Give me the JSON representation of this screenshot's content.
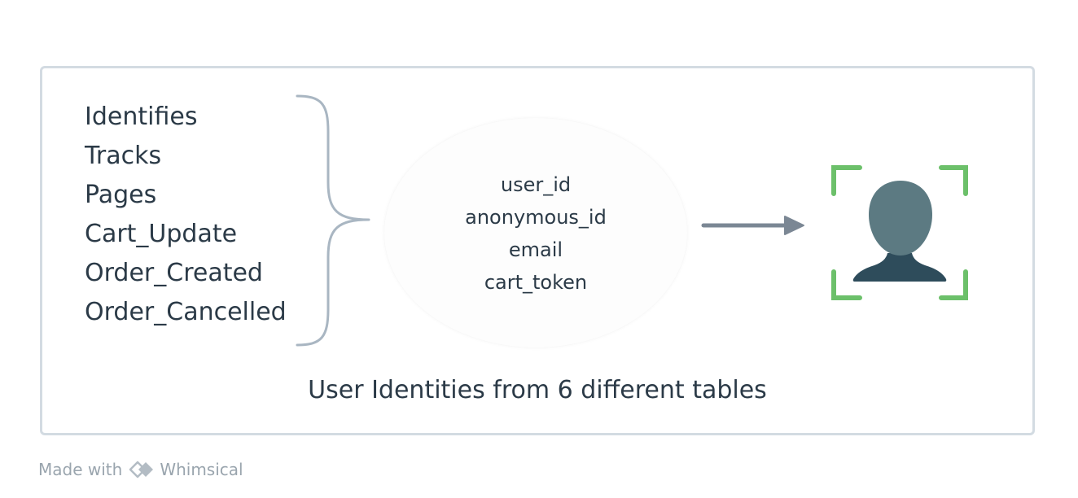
{
  "source_tables": [
    "Identifies",
    "Tracks",
    "Pages",
    "Cart_Update",
    "Order_Created",
    "Order_Cancelled"
  ],
  "identity_keys": [
    "user_id",
    "anonymous_id",
    "email",
    "cart_token"
  ],
  "caption": "User Identities from 6 different tables",
  "footer": {
    "made_with": "Made with",
    "brand": "Whimsical"
  },
  "colors": {
    "text": "#2b3a47",
    "frame_border": "#d3dbe2",
    "brace": "#a9b6c2",
    "arrow": "#7b8794",
    "focus_corners": "#6cc06a",
    "person_head": "#5c7a82",
    "person_body": "#2e4c5b",
    "footer_text": "#9aa5ae"
  }
}
